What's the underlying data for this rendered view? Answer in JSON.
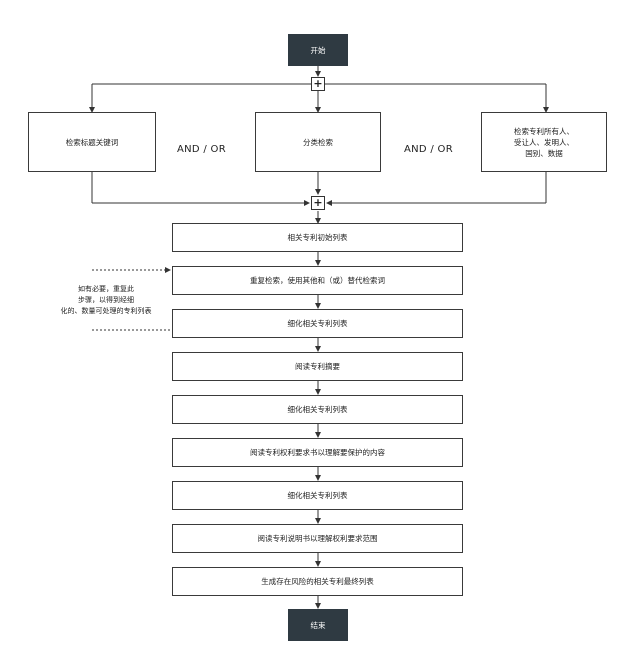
{
  "start": "开始",
  "end": "结束",
  "search_boxes": [
    "检索标题关键词",
    "分类检索",
    "检索专利所有人、\n受让人、发明人、\n国别、数据"
  ],
  "operators": [
    "AND / OR",
    "AND / OR"
  ],
  "steps": [
    "相关专利初始列表",
    "重复检索，使用其他和（或）替代检索词",
    "细化相关专利列表",
    "阅读专利摘要",
    "细化相关专利列表",
    "阅读专利权利要求书以理解要保护的内容",
    "细化相关专利列表",
    "阅读专利说明书以理解权利要求范围",
    "生成存在风险的相关专利最终列表"
  ],
  "loop_note": "如有必要，重复此\n步骤，以得到经细\n化的、数量可处理的专利列表",
  "junction_symbol": "+"
}
